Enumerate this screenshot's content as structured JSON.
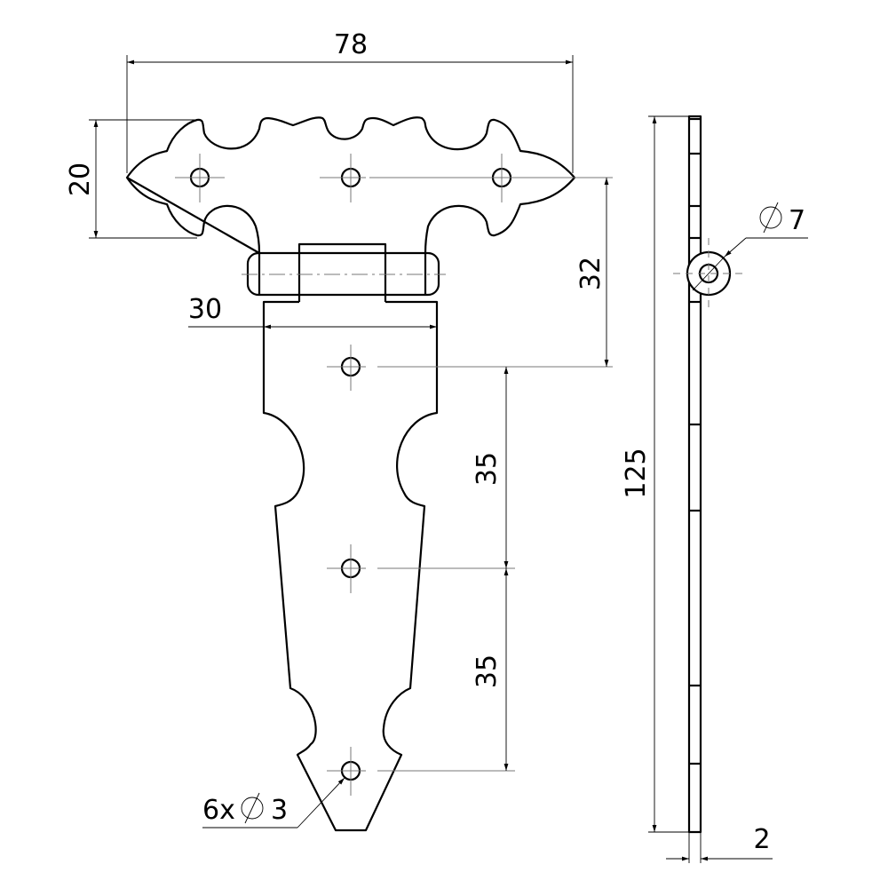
{
  "title": "T-hinge technical drawing",
  "dimensions": {
    "overall_width": "78",
    "top_height": "20",
    "hole_to_hole_vertical": "32",
    "hinge_width": "30",
    "spacing_1": "35",
    "spacing_2": "35",
    "overall_length": "125",
    "thickness": "2",
    "knuckle_diameter": "7",
    "holes_count": "6x",
    "hole_diameter": "3"
  },
  "symbols": {
    "diameter": "∅"
  }
}
